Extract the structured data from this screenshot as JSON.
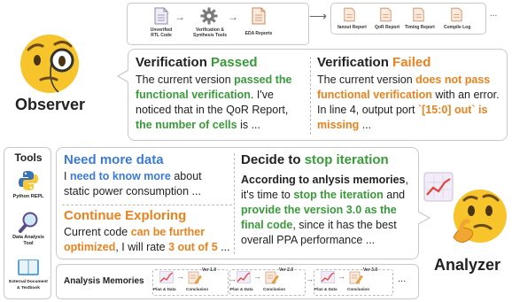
{
  "top_flow": {
    "items": [
      {
        "label": "Unverified\nRTL Code"
      },
      {
        "label": "Verification &\nSynthesis Tools"
      },
      {
        "label": "EDA Reports"
      }
    ],
    "reports": [
      "fanout Report",
      "QoR Report",
      "Timing Report",
      "Compile Log"
    ],
    "ellipsis": "..."
  },
  "observer": {
    "name": "Observer",
    "passed": {
      "title_prefix": "Verification ",
      "title_status": "Passed",
      "t1": "The current version ",
      "t2": "passed the functional verification",
      "t3": ". I've noticed that in the QoR Report, ",
      "t4": "the number of cells",
      "t5": " is ..."
    },
    "failed": {
      "title_prefix": "Verification ",
      "title_status": "Failed",
      "t1": "The current version ",
      "t2": "does not pass functional verification",
      "t3": " with an error. In line 4,  output port ",
      "t4": "`[15:0] out` is missing",
      "t5": "  ..."
    }
  },
  "tools": {
    "title": "Tools",
    "items": [
      {
        "label": "Python REPL",
        "icon": "python-icon"
      },
      {
        "label": "Data Analysis\nTool",
        "icon": "magnifier-icon"
      },
      {
        "label": "External Document\n& Textbook",
        "icon": "book-icon"
      }
    ]
  },
  "analyzer": {
    "name": "Analyzer",
    "need": {
      "title": "Need more data",
      "t1": "I ",
      "t2": "need to know more",
      "t3": " about static power consumption ..."
    },
    "continue": {
      "title": "Continue Exploring",
      "t1": "Current code ",
      "t2": "can be further optimized",
      "t3": ", I will rate ",
      "t4": "3 out of 5",
      "t5": " ..."
    },
    "decide": {
      "title_prefix": "Decide to ",
      "title_status": "stop iteration",
      "t1": "According to anlysis memories",
      "t2": ", it's time to ",
      "t3": "stop the iteration",
      "t4": " and ",
      "t5": "provide the version 3.0 as the final code",
      "t6": ", since it has the best overall PPA performance ..."
    }
  },
  "memories": {
    "title": "Analysis Memories",
    "groups": [
      {
        "plan": "Plan & Data",
        "conclusion": "Conclusion",
        "version": "Ver 1.0"
      },
      {
        "plan": "Plan & Data",
        "conclusion": "Conclusion",
        "version": "Ver 2.0"
      },
      {
        "plan": "Plan & Data",
        "conclusion": "Conclusion",
        "version": "Ver 3.0"
      }
    ],
    "ellipsis": "..."
  },
  "colors": {
    "green": "#3a9a3a",
    "orange": "#e8821e",
    "blue": "#3b7ad9",
    "emoji": "#f7c52b"
  }
}
